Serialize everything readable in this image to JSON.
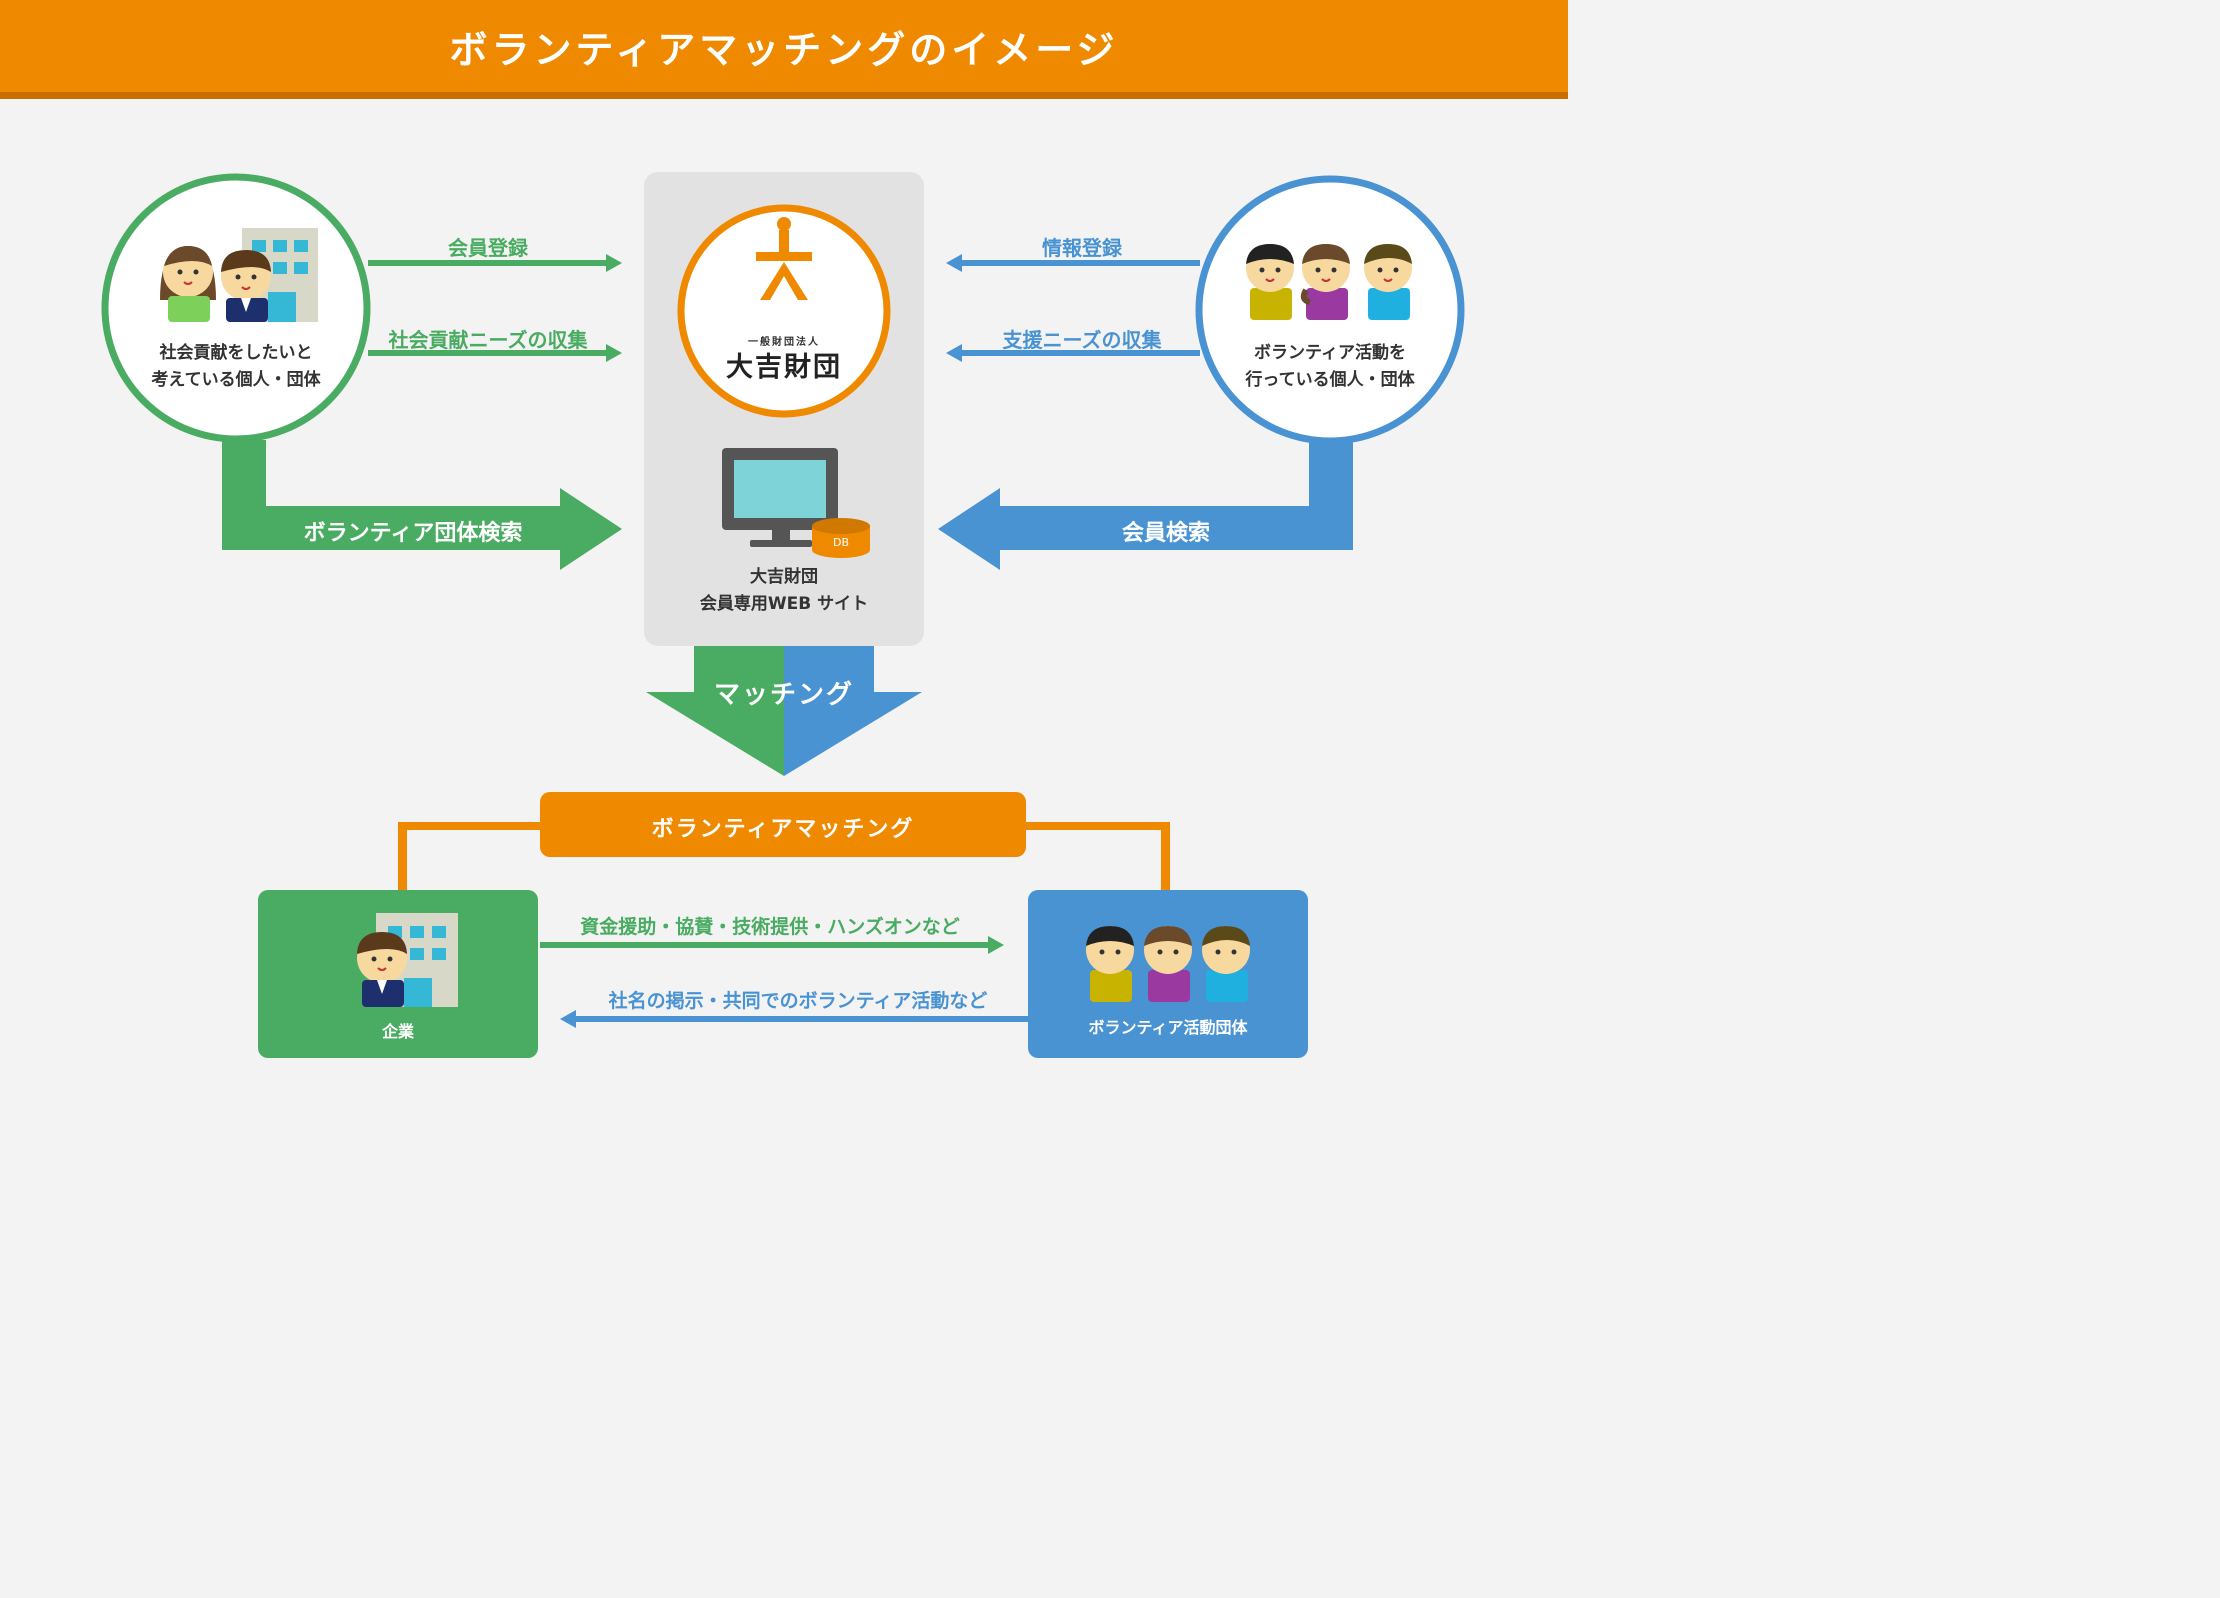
{
  "title": "ボランティアマッチングのイメージ",
  "left_circle": {
    "line1": "社会貢献をしたいと",
    "line2": "考えている個人・団体"
  },
  "right_circle": {
    "line1": "ボランティア活動を",
    "line2": "行っている個人・団体"
  },
  "arrows": {
    "member_registration": "会員登録",
    "social_needs": "社会貢献ニーズの収集",
    "info_registration": "情報登録",
    "support_needs": "支援ニーズの収集",
    "group_search": "ボランティア団体検索",
    "member_search": "会員検索",
    "matching": "マッチング"
  },
  "center": {
    "logo_small": "一般財団法人",
    "logo_main": "大吉財団",
    "db_label": "DB",
    "site_line1": "大吉財団",
    "site_line2": "会員専用WEB サイト"
  },
  "matching_bar": "ボランティアマッチング",
  "company_box": {
    "label": "企業"
  },
  "volunteer_box": {
    "label": "ボランティア活動団体"
  },
  "support_arrow": "資金援助・協賛・技術提供・ハンズオンなど",
  "return_arrow": "社名の掲示・共同でのボランティア活動など",
  "colors": {
    "orange": "#ef8a00",
    "green": "#4aab62",
    "blue": "#4a93d3",
    "panel": "#e2e2e2"
  }
}
